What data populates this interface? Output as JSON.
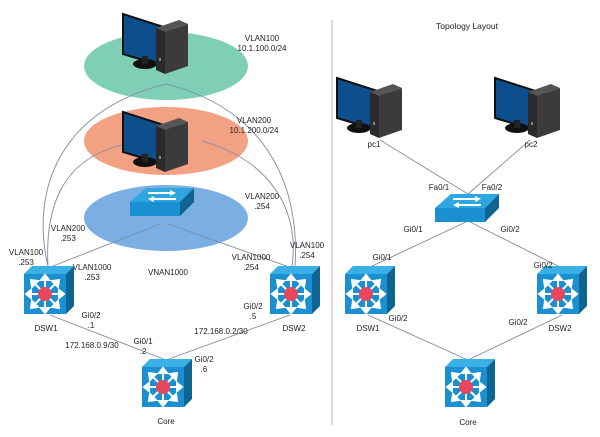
{
  "colors": {
    "vlan100_zone": "#7fcfb6",
    "vlan200_zone": "#f2a183",
    "vlan1000_zone": "#7baee3",
    "switch_blue": "#1a8fd1",
    "switch_dark": "#0f6592",
    "hub_red": "#e5475d",
    "link": "#7d8aa3",
    "divider": "#b0b3bd"
  },
  "left": {
    "zones": [
      {
        "id": "vlan100",
        "label_line1": "VLAN100",
        "label_line2": "10.1.100.0/24"
      },
      {
        "id": "vlan200",
        "label_line1": "VLAN200",
        "label_line2": "10.1.200.0/24"
      },
      {
        "id": "vlan1000",
        "label_line1": "VNAN1000"
      }
    ],
    "devices": {
      "dsw1": "DSW1",
      "dsw2": "DSW2",
      "core": "Core"
    },
    "interface_labels": {
      "dsw1_vlan100": [
        "VLAN100",
        ".253"
      ],
      "dsw1_vlan200": [
        "VLAN200",
        ".253"
      ],
      "dsw1_vlan1000": [
        "VLAN1000",
        ".253"
      ],
      "dsw2_vlan100": [
        "VLAN100",
        ".254"
      ],
      "dsw2_vlan200": [
        "VLAN200",
        ".254"
      ],
      "dsw2_vlan1000": [
        "VLAN1000",
        ".254"
      ],
      "dsw1_gi02": [
        "Gi0/2",
        ".1"
      ],
      "core_gi01": [
        "Gi0/1",
        ".2"
      ],
      "dsw2_gi02": [
        "Gi0/2",
        ".5"
      ],
      "core_gi02": [
        "Gi0/2",
        ".6"
      ],
      "subnet_dsw1_core": "172.168.0.9/30",
      "subnet_dsw2_core": "172.168.0.2/30"
    }
  },
  "right": {
    "title": "Topology Layout",
    "devices": {
      "pc1": "pc1",
      "pc2": "pc2",
      "dsw1": "DSW1",
      "dsw2": "DSW2",
      "core": "Core"
    },
    "interface_labels": {
      "sw_fa01": "Fa0/1",
      "sw_fa02": "Fa0/2",
      "sw_gi01": "Gi0/1",
      "sw_gi02": "Gi0/2",
      "dsw1_gi01": "Gi0/1",
      "dsw2_gi02": "Gi0/2",
      "dsw1_gi02": "Gi0/2",
      "dsw2_gi02_core": "Gi0/2"
    }
  }
}
